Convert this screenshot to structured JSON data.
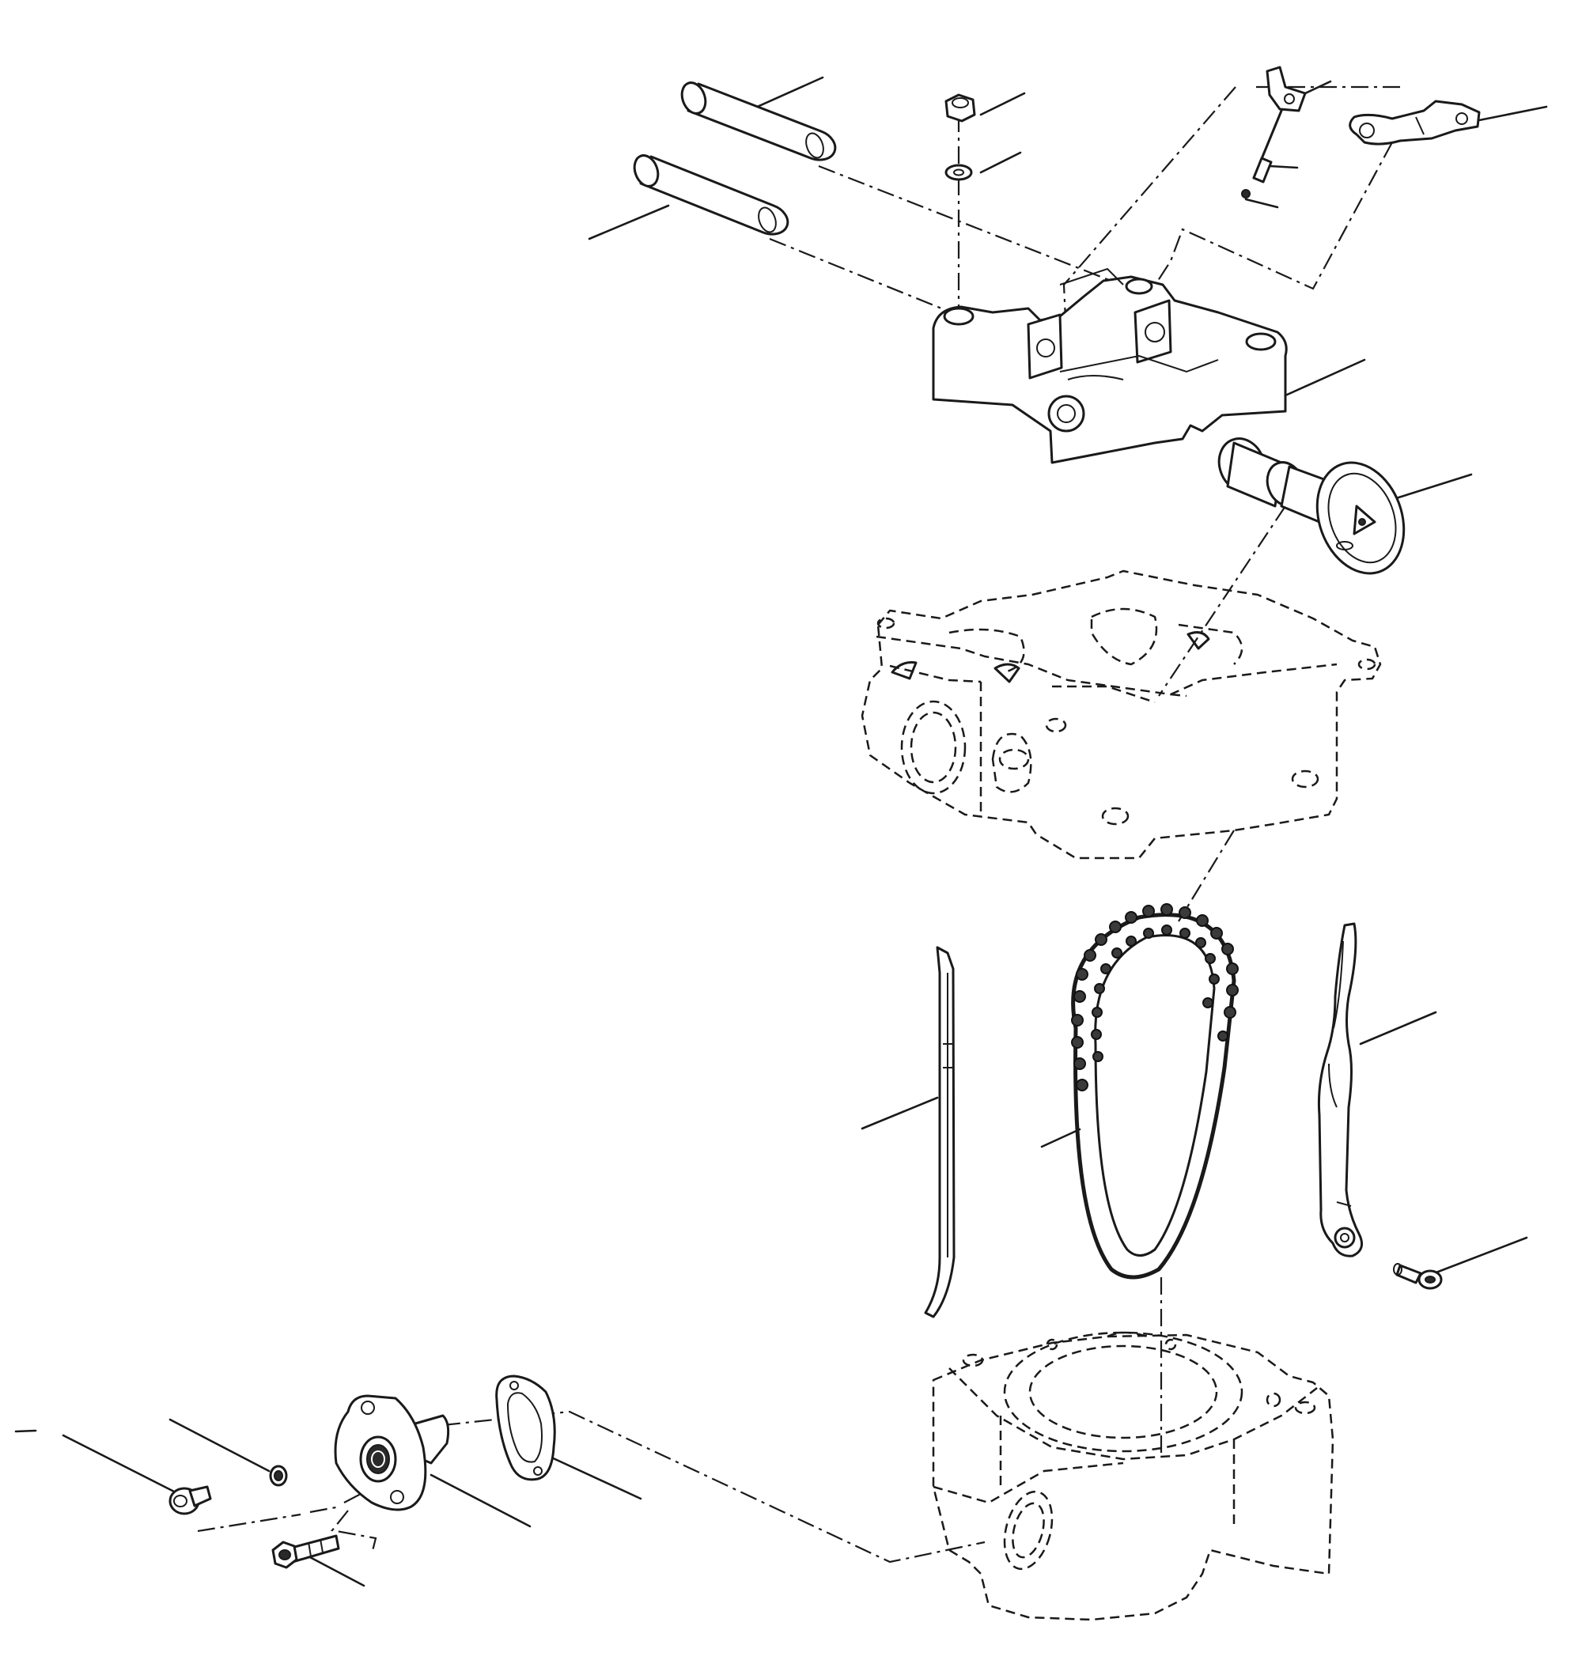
{
  "diagram": {
    "type": "exploded-parts-view",
    "parts": [
      {
        "id": "rocker-shaft-upper",
        "icon": "rocker-shaft-icon"
      },
      {
        "id": "rocker-shaft-lower",
        "icon": "rocker-shaft-icon"
      },
      {
        "id": "cap-nut",
        "icon": "hex-nut-icon"
      },
      {
        "id": "washer",
        "icon": "washer-icon"
      },
      {
        "id": "rocker-arm-exhaust",
        "icon": "rocker-arm-icon"
      },
      {
        "id": "adjusting-screw",
        "icon": "screw-icon"
      },
      {
        "id": "rocker-arm-intake",
        "icon": "rocker-arm-icon"
      },
      {
        "id": "camshaft-holder",
        "icon": "bracket-icon"
      },
      {
        "id": "camshaft-sprocket",
        "icon": "sprocket-icon"
      },
      {
        "id": "cylinder-head",
        "icon": "cylinder-head-outline"
      },
      {
        "id": "cam-chain-guide",
        "icon": "guide-rail-icon"
      },
      {
        "id": "cam-chain",
        "icon": "chain-icon"
      },
      {
        "id": "cam-chain-tensioner-slider",
        "icon": "slider-icon"
      },
      {
        "id": "pivot-bolt",
        "icon": "bolt-icon"
      },
      {
        "id": "cylinder",
        "icon": "cylinder-outline"
      },
      {
        "id": "tensioner-gasket",
        "icon": "gasket-icon"
      },
      {
        "id": "cam-chain-tensioner",
        "icon": "tensioner-icon"
      },
      {
        "id": "sealing-bolt",
        "icon": "bolt-icon"
      },
      {
        "id": "sealing-washer",
        "icon": "washer-icon"
      },
      {
        "id": "mounting-bolt",
        "icon": "bolt-icon"
      }
    ]
  }
}
